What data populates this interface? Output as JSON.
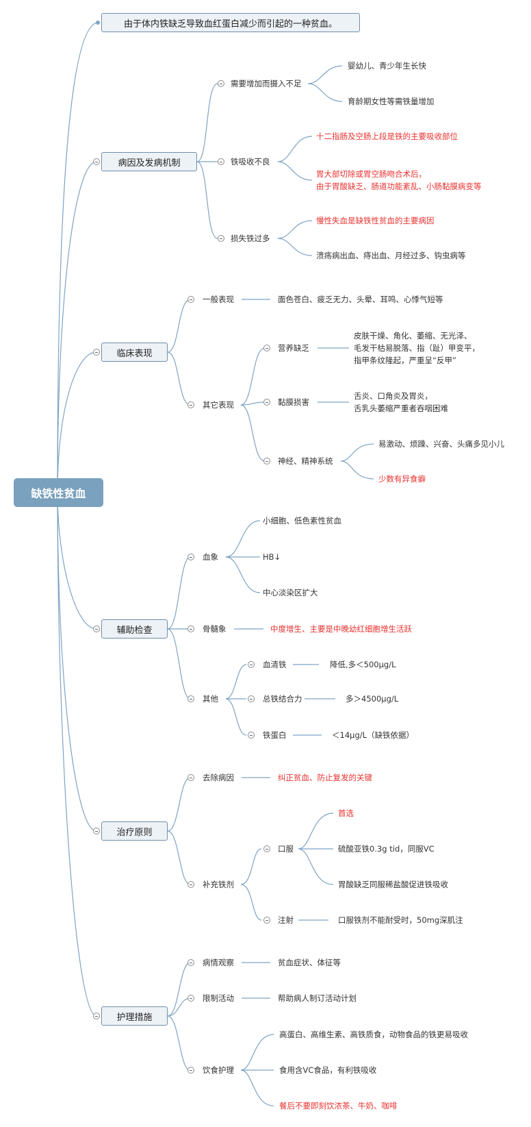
{
  "root": "缺铁性贫血",
  "definition": "由于体内铁缺乏导致血红蛋白减少而引起的一种贫血。",
  "b1": {
    "title": "病因及发病机制",
    "s1": {
      "label": "需要增加而摄入不足",
      "l1": "婴幼儿、青少年生长快",
      "l2": "育龄期女性等需铁量增加"
    },
    "s2": {
      "label": "铁吸收不良",
      "l1": "十二指肠及空肠上段是铁的主要吸收部位",
      "l2": "胃大部切除或胃空肠吻合术后，\n由于胃酸缺乏、肠道功能紊乱、小肠黏膜病变等"
    },
    "s3": {
      "label": "损失铁过多",
      "l1": "慢性失血是缺铁性贫血的主要病因",
      "l2": "溃疡病出血、痔出血、月经过多、钩虫病等"
    }
  },
  "b2": {
    "title": "临床表现",
    "s1": {
      "label": "一般表现",
      "l1": "面色苍白、疲乏无力、头晕、耳鸣、心悸气短等"
    },
    "s2": {
      "label": "其它表现",
      "n1": {
        "label": "营养缺乏",
        "l1": "皮肤干燥、角化、萎缩、无光泽、\n毛发干枯易脱落、指（趾）甲变平，\n指甲条纹隆起，严重呈“反甲”"
      },
      "n2": {
        "label": "黏膜损害",
        "l1": "舌炎、口角炎及胃炎，\n舌乳头萎缩严重者吞咽困难"
      },
      "n3": {
        "label": "神经、精神系统",
        "l1": "易激动、烦躁、兴奋、头痛多见小儿",
        "l2": "少数有异食癖"
      }
    }
  },
  "b3": {
    "title": "辅助检查",
    "s1": {
      "label": "血象",
      "l1": "小细胞、低色素性贫血",
      "l2": "HB↓",
      "l3": "中心淡染区扩大"
    },
    "s2": {
      "label": "骨髓象",
      "l1": "中度增生、主要是中晚幼红细胞增生活跃"
    },
    "s3": {
      "label": "其他",
      "n1": {
        "label": "血清铁",
        "l1": "降低,多＜500μg/L"
      },
      "n2": {
        "label": "总铁结合力",
        "l1": "多＞4500μg/L"
      },
      "n3": {
        "label": "铁蛋白",
        "l1": "＜14μg/L（缺铁依据）"
      }
    }
  },
  "b4": {
    "title": "治疗原则",
    "s1": {
      "label": "去除病因",
      "l1": "纠正贫血、防止复发的关键"
    },
    "s2": {
      "label": "补充铁剂",
      "n1": {
        "label": "口服",
        "l1": "首选",
        "l2": "硫酸亚铁0.3g tid，同服VC",
        "l3": "胃酸缺乏同服稀盐酸促进铁吸收"
      },
      "n2": {
        "label": "注射",
        "l1": "口服铁剂不能耐受时，50mg深肌注"
      }
    }
  },
  "b5": {
    "title": "护理措施",
    "s1": {
      "label": "病情观察",
      "l1": "贫血症状、体征等"
    },
    "s2": {
      "label": "限制活动",
      "l1": "帮助病人制订活动计划"
    },
    "s3": {
      "label": "饮食护理",
      "l1": "高蛋白、高维生素、高铁质食，动物食品的铁更易吸收",
      "l2": "食用含VC食品，有利铁吸收",
      "l3": "餐后不要即刻饮浓茶、牛奶、咖啡"
    }
  },
  "colors": {
    "line": "#7ea3c4",
    "root": "#7aa1bd",
    "red": "#e8312f",
    "text": "#333333"
  }
}
